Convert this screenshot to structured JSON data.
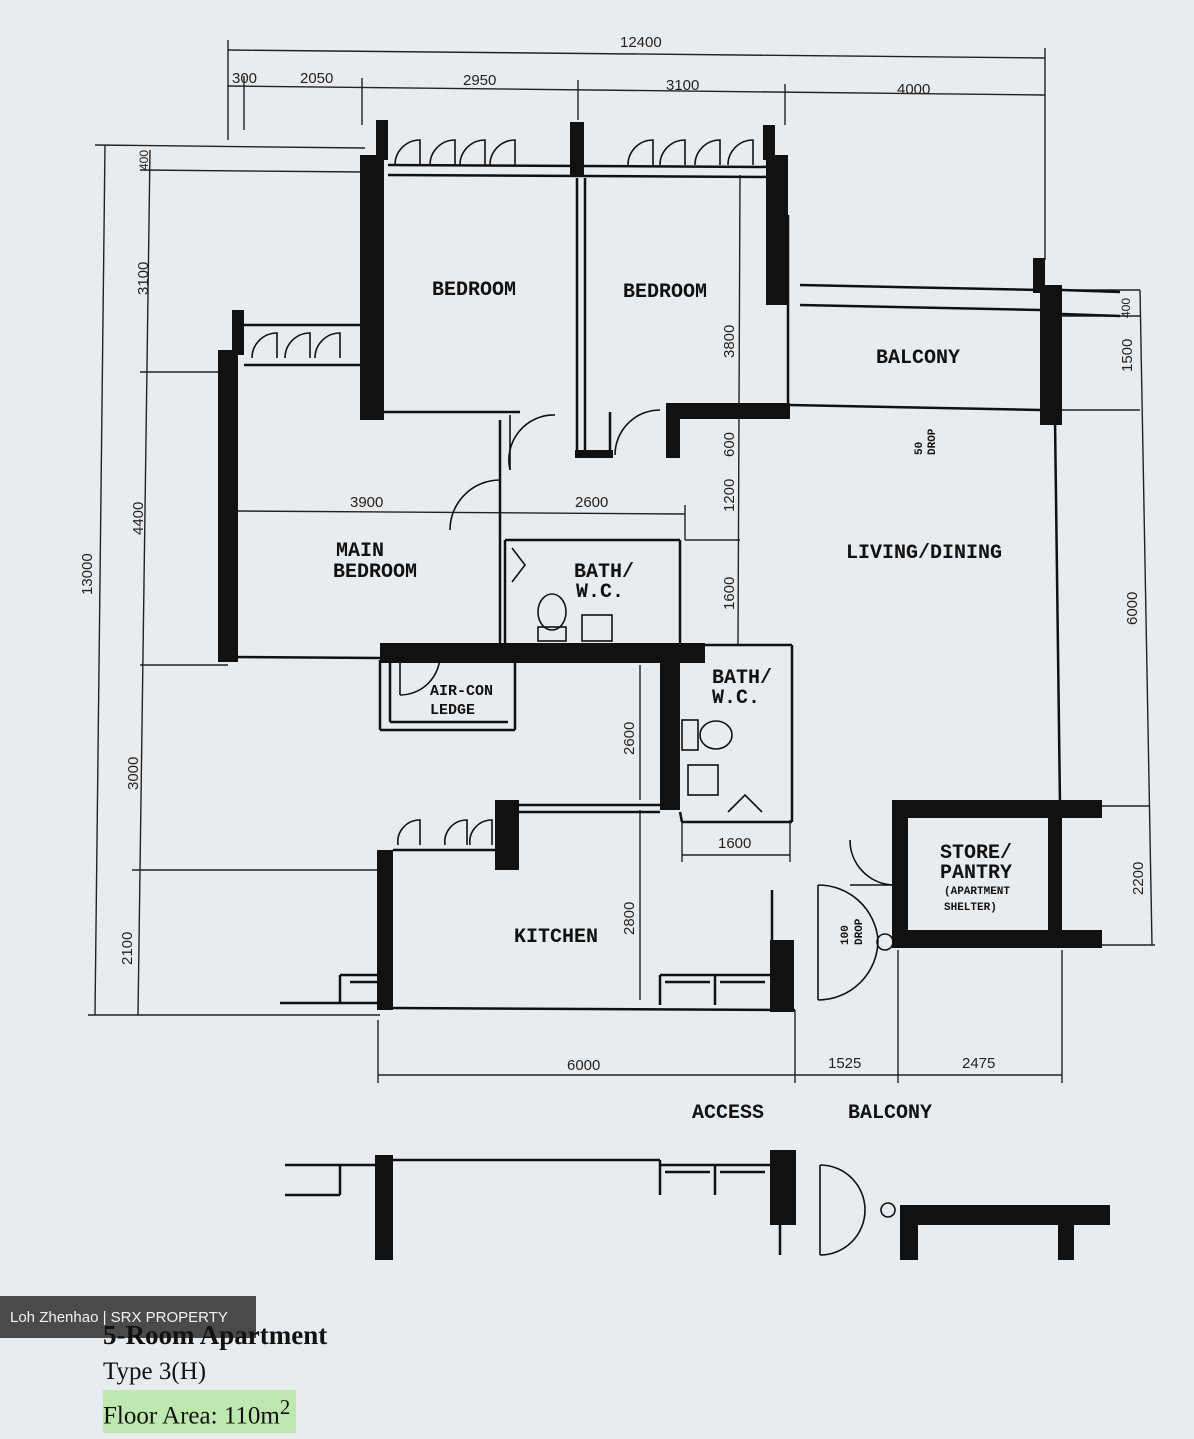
{
  "rooms": {
    "bedroom_1": "BEDROOM",
    "bedroom_2": "BEDROOM",
    "balcony": "BALCONY",
    "main_bedroom_line1": "MAIN",
    "main_bedroom_line2": "BEDROOM",
    "living_dining": "LIVING/DINING",
    "bath1_line1": "BATH/",
    "bath1_line2": "W.C.",
    "bath2_line1": "BATH/",
    "bath2_line2": "W.C.",
    "aircon_line1": "AIR-CON",
    "aircon_line2": "LEDGE",
    "kitchen": "KITCHEN",
    "store_line1": "STORE/",
    "store_line2": "PANTRY",
    "store_line3": "(APARTMENT",
    "store_line4": "SHELTER)",
    "drop_50_line1": "50",
    "drop_50_line2": "DROP",
    "drop_100_line1": "100",
    "drop_100_line2": "DROP",
    "access": "ACCESS",
    "access_balcony": "BALCONY"
  },
  "dimensions": {
    "top_total": "12400",
    "top_300": "300",
    "top_2050": "2050",
    "top_2950": "2950",
    "top_3100": "3100",
    "top_4000": "4000",
    "left_total": "13000",
    "left_400": "400",
    "left_3100": "3100",
    "left_4400": "4400",
    "left_3000": "3000",
    "left_2100": "2100",
    "right_400": "400",
    "right_1500": "1500",
    "right_6000": "6000",
    "right_2200": "2200",
    "bottom_6000": "6000",
    "bottom_1525": "1525",
    "bottom_2475": "2475",
    "inner_3900": "3900",
    "inner_2600_h": "2600",
    "inner_3800": "3800",
    "inner_600": "600",
    "inner_1200": "1200",
    "inner_1600_v": "1600",
    "inner_2600_v": "2600",
    "inner_2800": "2800",
    "inner_1600_h": "1600"
  },
  "watermark": "Loh Zhenhao | SRX PROPERTY",
  "caption": {
    "title": "5-Room Apartment",
    "type": "Type 3(H)",
    "area_label": "Floor Area: ",
    "area_value": "110m",
    "area_sup": "2"
  }
}
